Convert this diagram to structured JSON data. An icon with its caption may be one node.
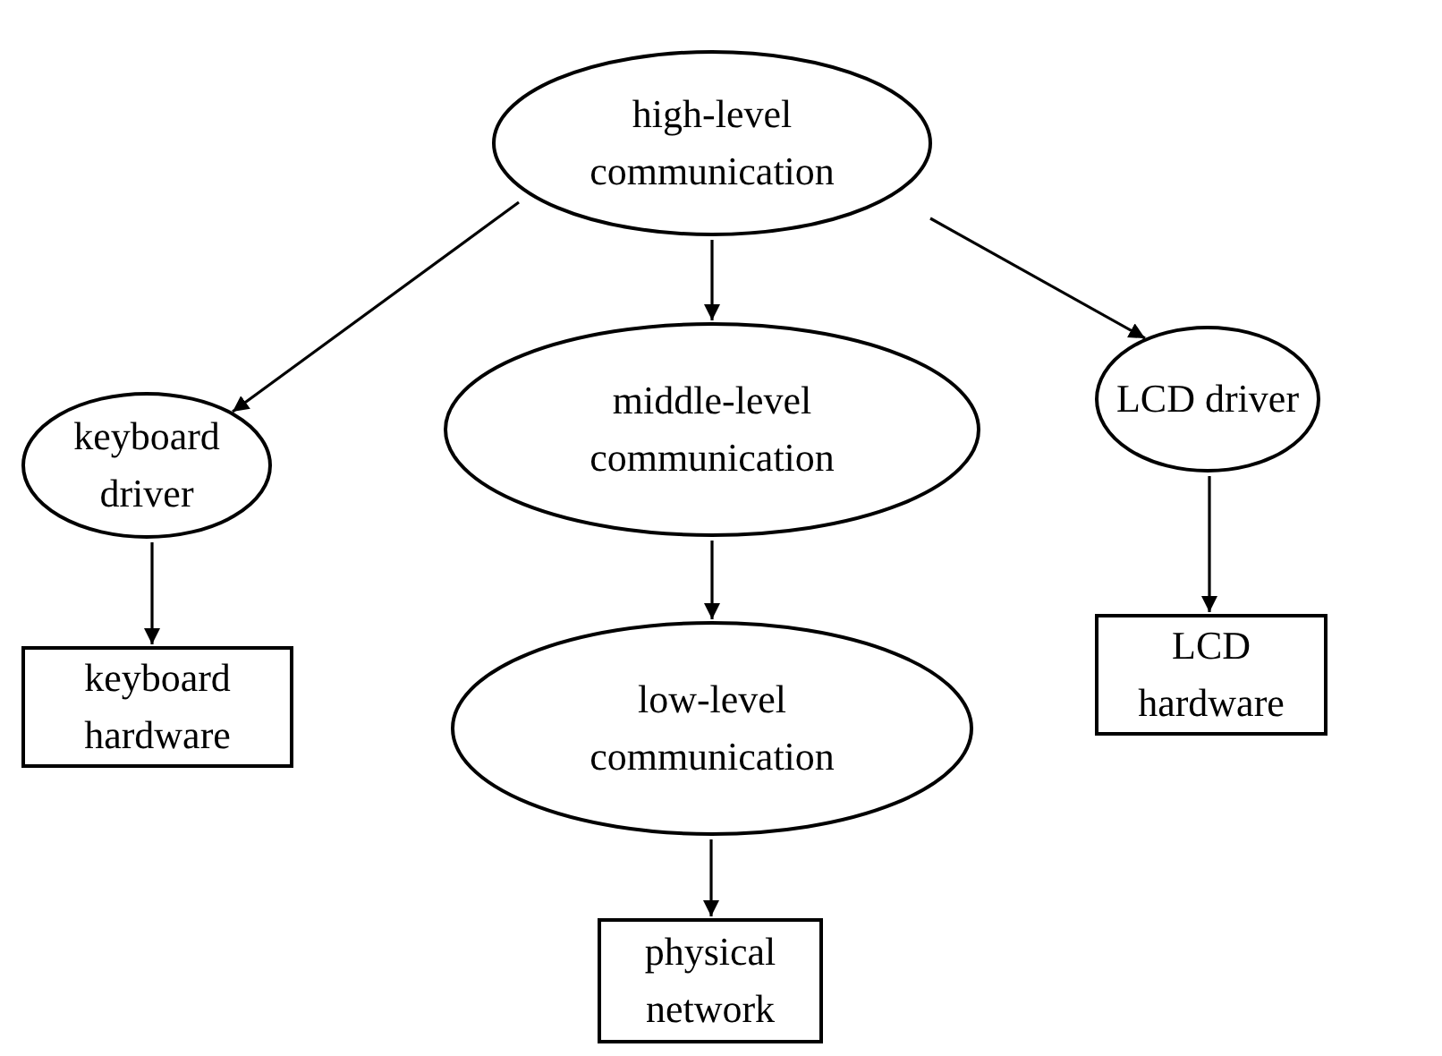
{
  "diagram": {
    "nodes": [
      {
        "text": [
          "high-level communication"
        ]
      },
      {
        "text": [
          "keyboard driver"
        ]
      },
      {
        "text": [
          "middle-level communication"
        ]
      },
      {
        "text": [
          "LCD driver"
        ]
      },
      {
        "text": [
          "keyboard hardware"
        ]
      },
      {
        "text": [
          "low-level communication"
        ]
      },
      {
        "text": [
          "LCD hardware"
        ]
      },
      {
        "text": [
          "physical network"
        ]
      }
    ],
    "edges": [
      {
        "from": 0,
        "to": 1,
        "arrow": "to"
      },
      {
        "from": 0,
        "to": 2,
        "arrow": "to"
      },
      {
        "from": 0,
        "to": 3,
        "arrow": "to"
      },
      {
        "from": 1,
        "to": 4,
        "arrow": "to"
      },
      {
        "from": 2,
        "to": 5,
        "arrow": "to"
      },
      {
        "from": 3,
        "to": 6,
        "arrow": "to"
      },
      {
        "from": 5,
        "to": 7,
        "arrow": "to"
      }
    ]
  }
}
